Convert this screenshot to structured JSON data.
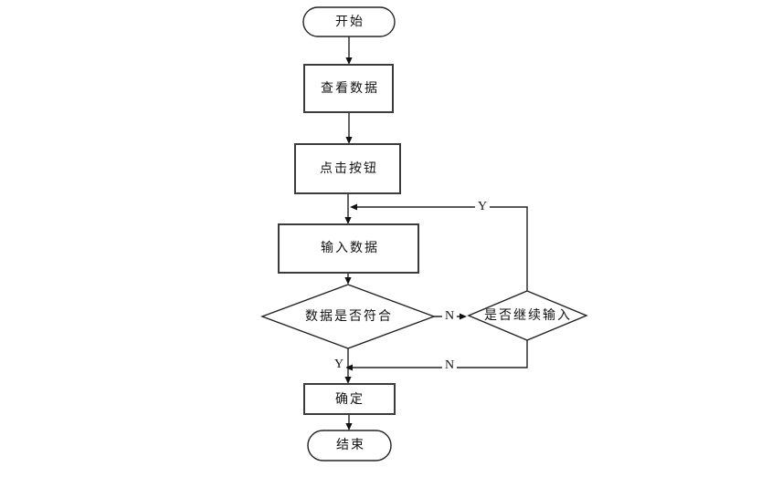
{
  "diagram": {
    "type": "flowchart",
    "colors": {
      "background": "#ffffff",
      "line": "#222222",
      "process_border": "#3c3c3c",
      "text": "#111111"
    },
    "nodes": [
      {
        "id": "start",
        "shape": "terminator",
        "label": "开始"
      },
      {
        "id": "view-data",
        "shape": "process",
        "label": "查看数据"
      },
      {
        "id": "click-button",
        "shape": "process",
        "label": "点击按钮"
      },
      {
        "id": "input-data",
        "shape": "process",
        "label": "输入数据"
      },
      {
        "id": "data-check",
        "shape": "decision",
        "label": "数据是否符合"
      },
      {
        "id": "continue-input",
        "shape": "decision",
        "label": "是否继续输入"
      },
      {
        "id": "confirm",
        "shape": "process",
        "label": "确定"
      },
      {
        "id": "end",
        "shape": "terminator",
        "label": "结束"
      }
    ],
    "edge_labels": {
      "loop_yes": "Y",
      "check_no": "N",
      "check_yes": "Y",
      "continue_no": "N"
    }
  }
}
